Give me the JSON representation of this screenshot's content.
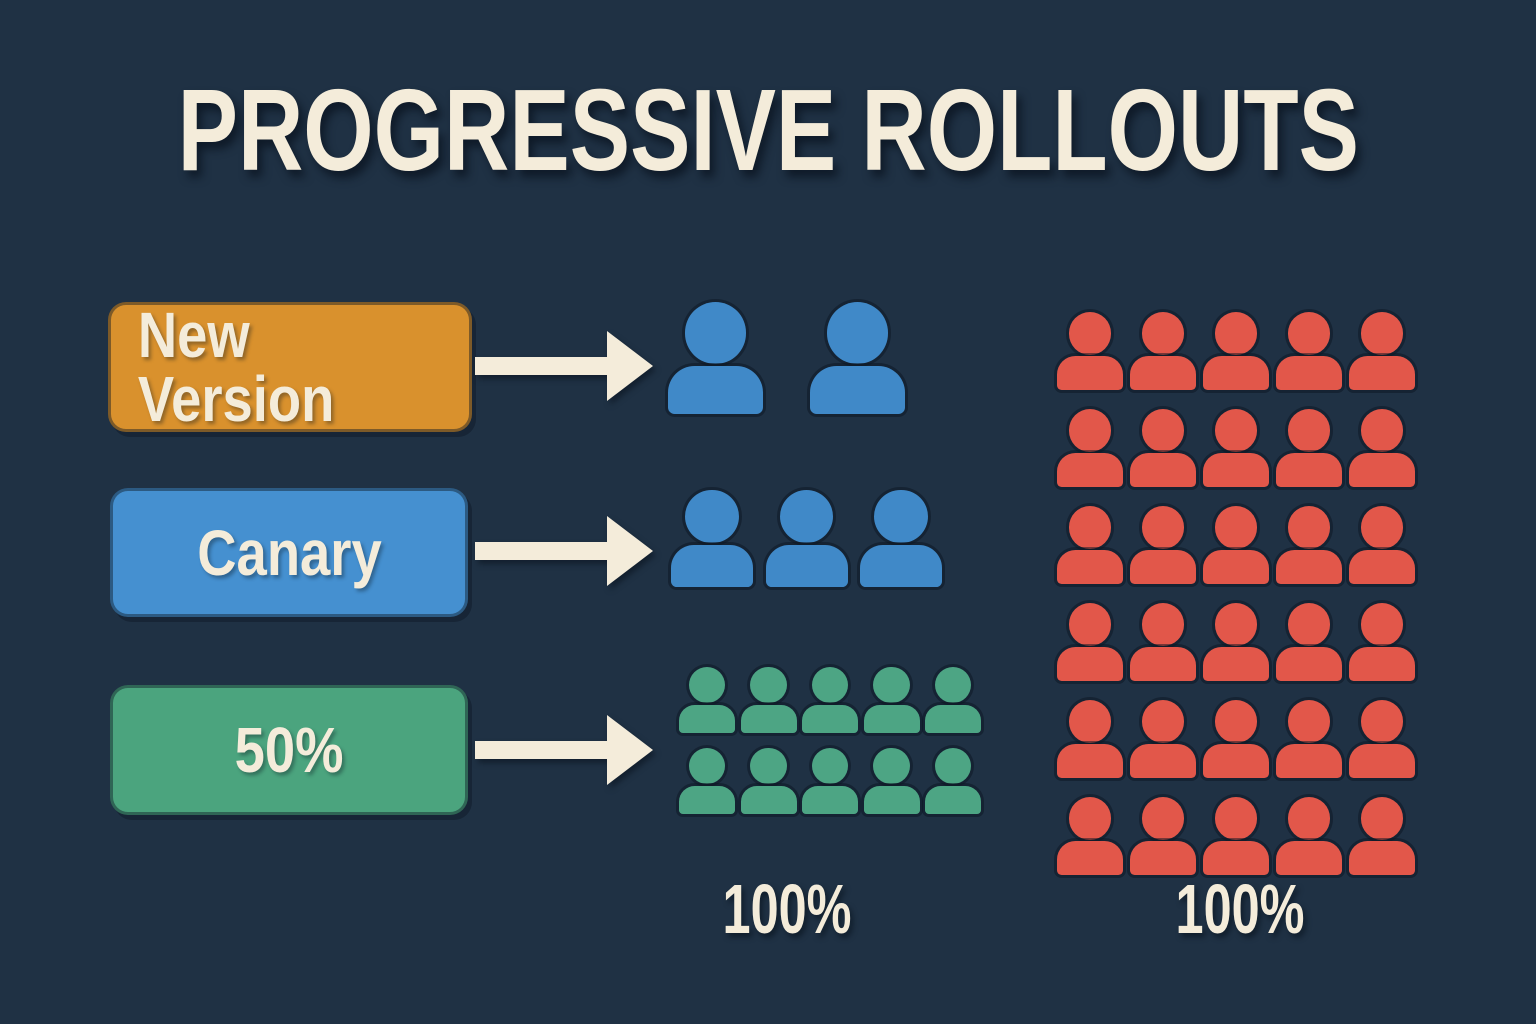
{
  "title": "PROGRESSIVE ROLLOUTS",
  "colors": {
    "background": "#1f3144",
    "cream": "#f4ecda",
    "orange": "#d9912d",
    "blue": "#4590d0",
    "blue_user": "#4089c8",
    "green": "#4ba47e",
    "green_user": "#4da584",
    "red_user": "#e2574a"
  },
  "stages": [
    {
      "label": "New Version",
      "color": "#d9912d"
    },
    {
      "label": "Canary",
      "color": "#4590d0"
    },
    {
      "label": "50%",
      "color": "#4ba47e"
    }
  ],
  "groups": [
    {
      "name": "new-version-users",
      "user_count": 2,
      "columns": 2,
      "color": "#4089c8"
    },
    {
      "name": "canary-users",
      "user_count": 3,
      "columns": 3,
      "color": "#4089c8"
    },
    {
      "name": "fifty-percent-users",
      "user_count": 10,
      "columns": 5,
      "color": "#4da584"
    },
    {
      "name": "full-rollout-users",
      "user_count": 30,
      "columns": 5,
      "color": "#e2574a"
    }
  ],
  "totals": [
    {
      "label": "100%"
    },
    {
      "label": "100%"
    }
  ]
}
